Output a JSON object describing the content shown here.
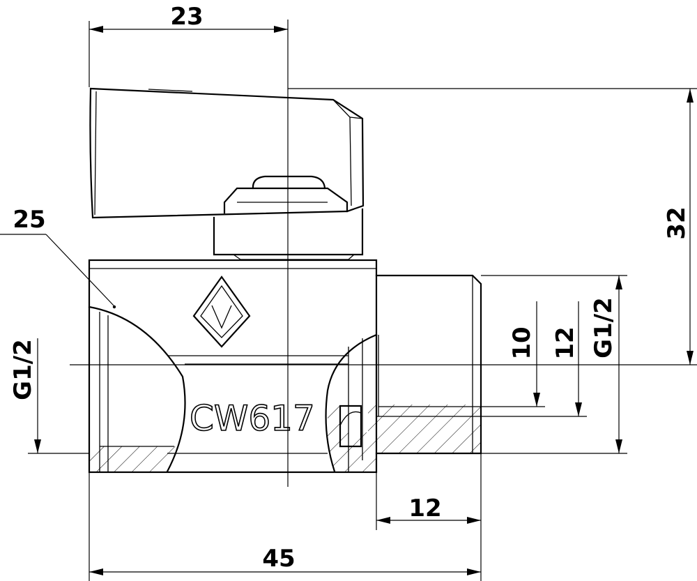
{
  "dimensions": {
    "handle_width": "23",
    "total_height": "32",
    "total_length": "45",
    "thread_length": "12",
    "body_callout": "25",
    "inner_dia_10": "10",
    "inner_dia_12": "12",
    "thread_left": "G1/2",
    "thread_right": "G1/2"
  },
  "body": {
    "material_marking": "CW617",
    "logo_letter": "V"
  }
}
